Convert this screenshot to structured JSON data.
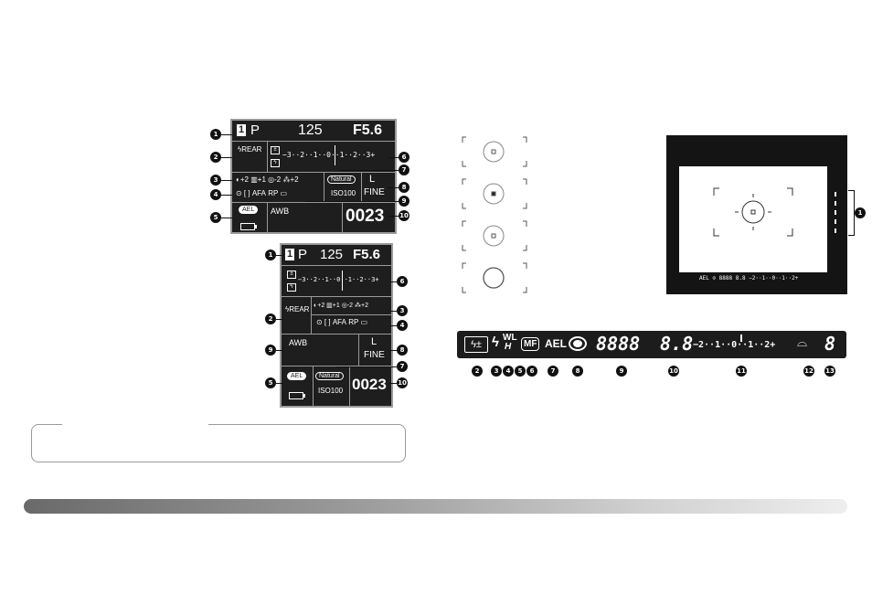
{
  "panel_a": {
    "row1": {
      "mode_badge": "1",
      "mode": "P",
      "shutter": "125",
      "aperture": "F5.6"
    },
    "flash_mode": "REAR",
    "scale": "−3··2··1··0··1··2··3+",
    "settings1": {
      "contrast": "+2",
      "saturation": "+1",
      "sharpness": "-2",
      "filter": "+2"
    },
    "settings2": {
      "af": "AFA",
      "rp": "RP"
    },
    "color_mode": "Natural",
    "iso": "ISO100",
    "quality_size": "L",
    "quality": "FINE",
    "ael": "AEL",
    "wb": "AWB",
    "counter": "0023"
  },
  "panel_b": {
    "row1": {
      "mode_badge": "1",
      "mode": "P",
      "shutter": "125",
      "aperture": "F5.6"
    },
    "scale": "−3··2··1··0··1··2··3+",
    "flash_mode": "REAR",
    "settings1": {
      "contrast": "+2",
      "saturation": "+1",
      "sharpness": "-2",
      "filter": "+2"
    },
    "settings2": {
      "af": "AFA",
      "rp": "RP"
    },
    "wb": "AWB",
    "quality_size": "L",
    "quality": "FINE",
    "ael": "AEL",
    "color_mode": "Natural",
    "iso": "ISO100",
    "counter": "0023"
  },
  "callouts_a": [
    "1",
    "2",
    "3",
    "4",
    "5",
    "6",
    "7",
    "8",
    "9",
    "10"
  ],
  "callouts_b": [
    "1",
    "6",
    "2",
    "3",
    "4",
    "9",
    "8",
    "7",
    "5",
    "10"
  ],
  "viewfinder": {
    "callout": "1",
    "bottom_readout": "AEL ⊙ 8888  8.8  −2··1··0··1··2+"
  },
  "info_bar": {
    "mf": "MF",
    "ael": "AEL",
    "wl": "WL",
    "h": "H",
    "digits4": "8888",
    "digits2": "8.8",
    "scale": "−2··1··0··1··2+",
    "last_digit": "8",
    "callouts": [
      "2",
      "3",
      "4",
      "5",
      "6",
      "7",
      "8",
      "9",
      "10",
      "11",
      "12",
      "13"
    ]
  },
  "note_box": {
    "text": ""
  }
}
